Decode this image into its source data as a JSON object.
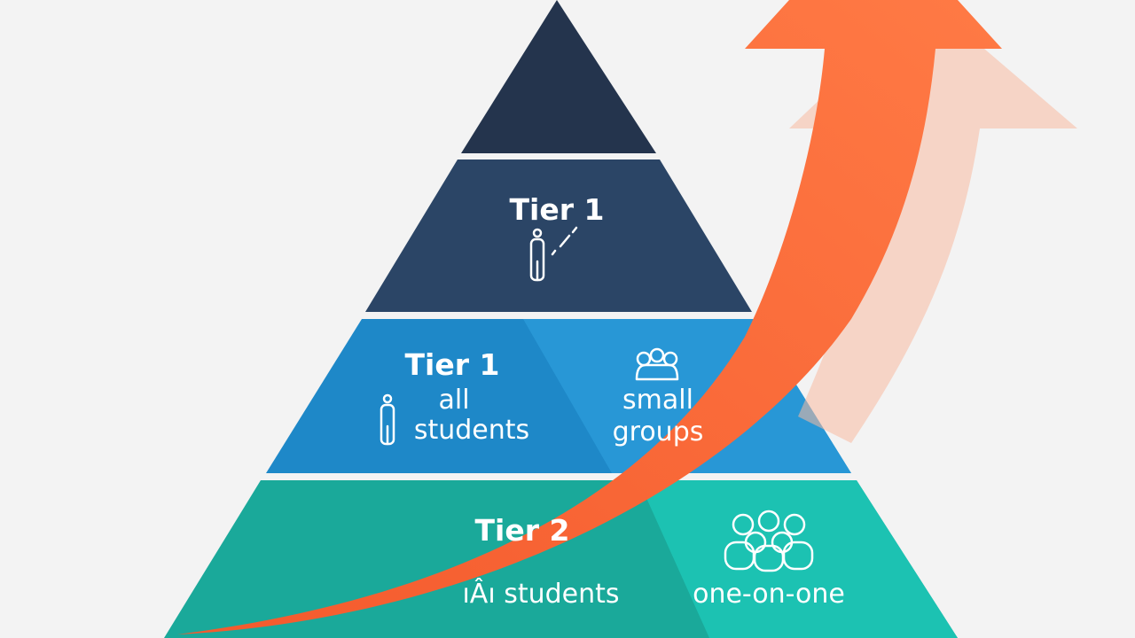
{
  "colors": {
    "background": "#f4f4f4",
    "tier_top": "#24344d",
    "tier_upper": "#2b4566",
    "tier_middle": "#1e88c8",
    "tier_middle_right": "#2a9ad8",
    "tier_bottom": "#1aa99a",
    "tier_bottom_right": "#1dc4b5",
    "arrow": "#fa6c3a",
    "arrow_ghost": "#f8b9a0"
  },
  "pyramid": {
    "tiers": [
      {
        "id": "apex",
        "title": ""
      },
      {
        "id": "upper",
        "title": "Tier 1",
        "icon": "person-with-arrow-icon"
      },
      {
        "id": "middle",
        "title": "Tier 1",
        "left_text": [
          "all",
          "students"
        ],
        "left_icon": "person-icon",
        "right_text": [
          "small",
          "groups"
        ],
        "right_icon": "group-icon"
      },
      {
        "id": "bottom",
        "title": "Tier 2",
        "left_text": "ıÂı students",
        "right_text": "one-on-one",
        "right_icon": "people-group-icon"
      }
    ]
  },
  "arrow": {
    "icon": "upward-curved-arrow-icon"
  }
}
